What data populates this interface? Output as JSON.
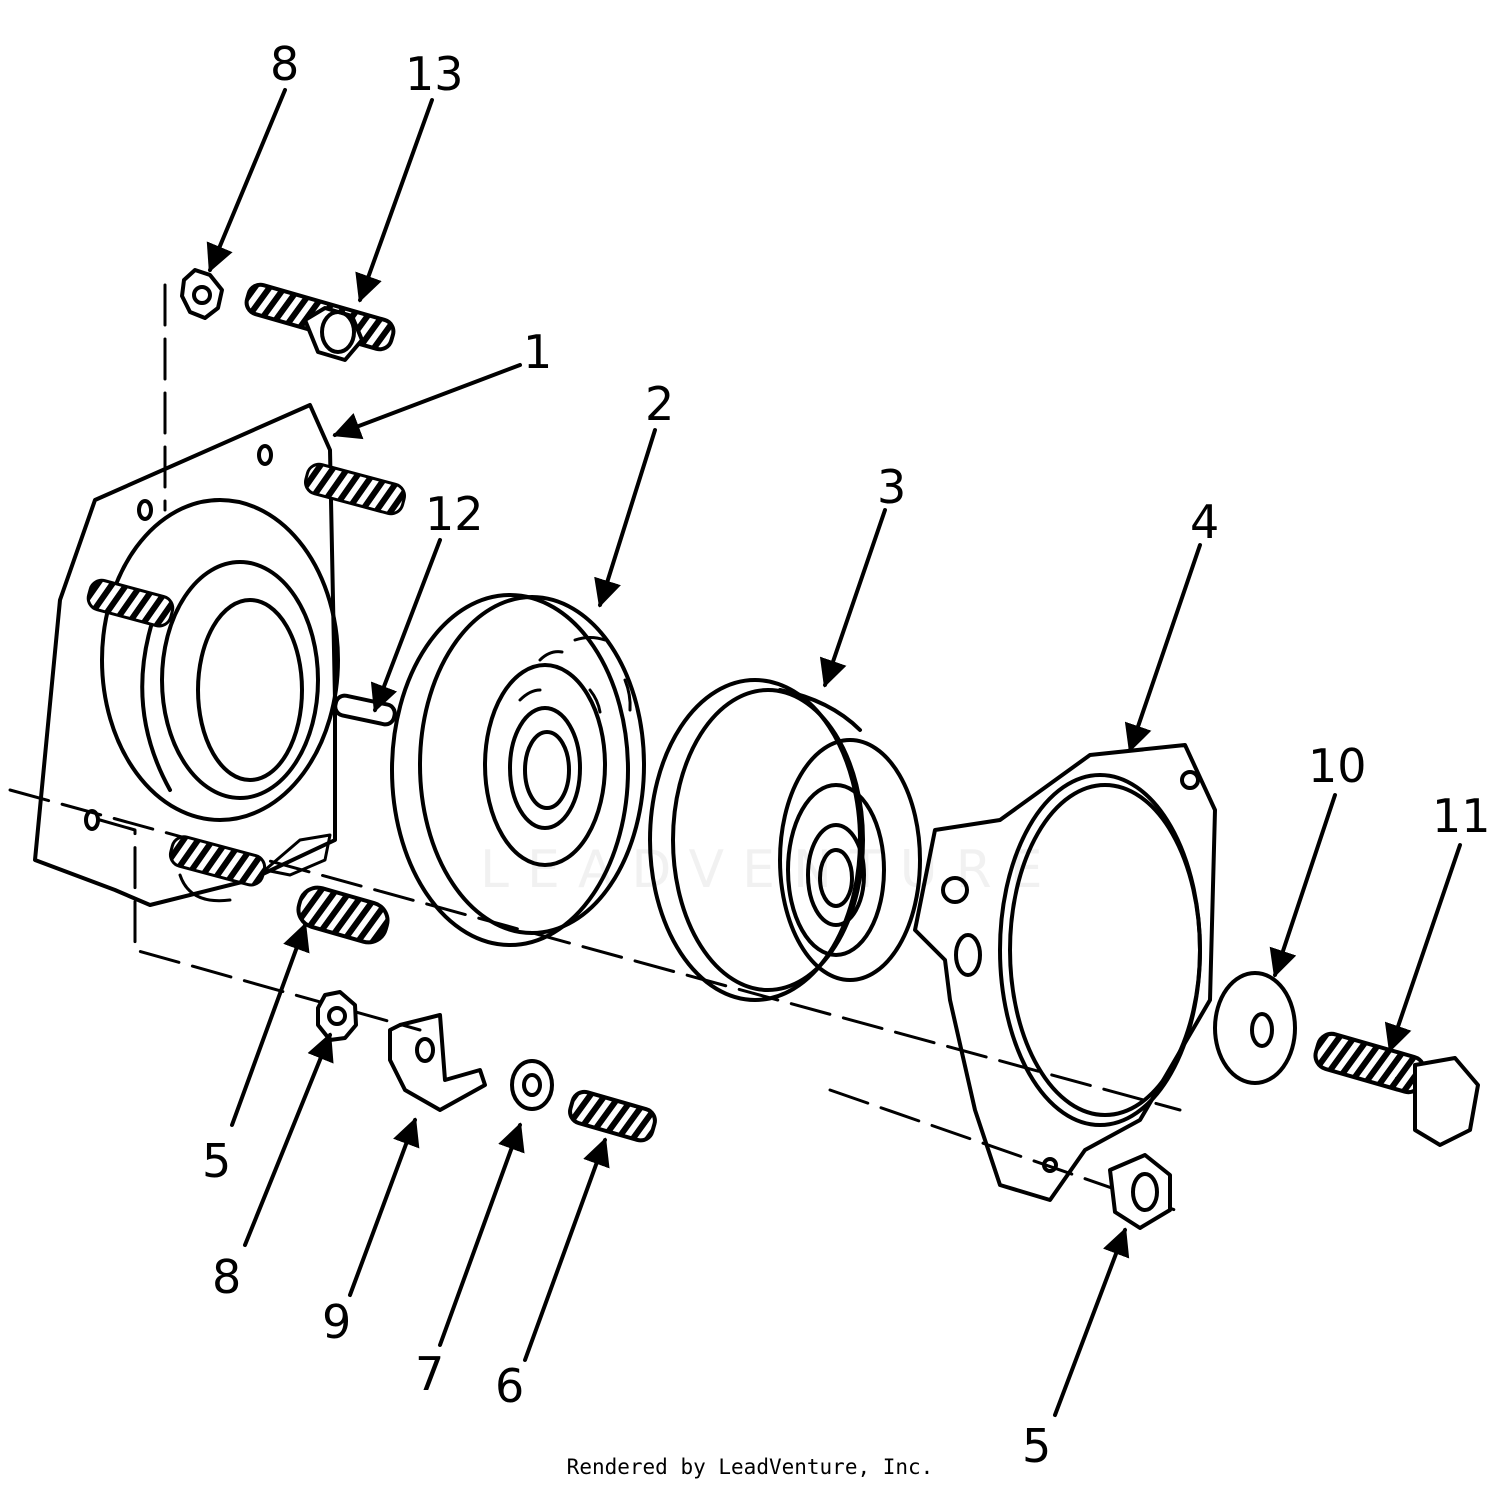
{
  "watermark": "LEADVENTURE",
  "footer": "Rendered by LeadVenture, Inc.",
  "callouts": [
    "8",
    "13",
    "1",
    "2",
    "3",
    "4",
    "12",
    "10",
    "11",
    "5",
    "8",
    "9",
    "7",
    "6",
    "5"
  ]
}
